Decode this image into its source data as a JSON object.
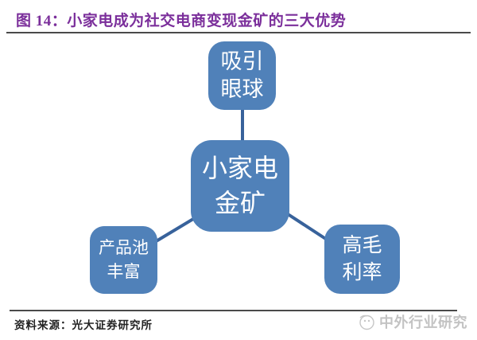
{
  "figure": {
    "title": "图 14：小家电成为社交电商变现金矿的三大优势",
    "title_color": "#7B2F9B"
  },
  "diagram": {
    "center_node": {
      "label": "小家电\n金矿"
    },
    "nodes": [
      {
        "id": "top",
        "label": "吸引\n眼球"
      },
      {
        "id": "bottom-left",
        "label": "产品池\n丰富"
      },
      {
        "id": "bottom-right",
        "label": "高毛\n利率"
      }
    ],
    "node_fill_color": "#5081B9",
    "node_text_color": "#FFFFFF",
    "connector_color": "#38629B"
  },
  "footer": {
    "source": "资料来源：光大证券研究所",
    "watermark": "中外行业研究"
  }
}
